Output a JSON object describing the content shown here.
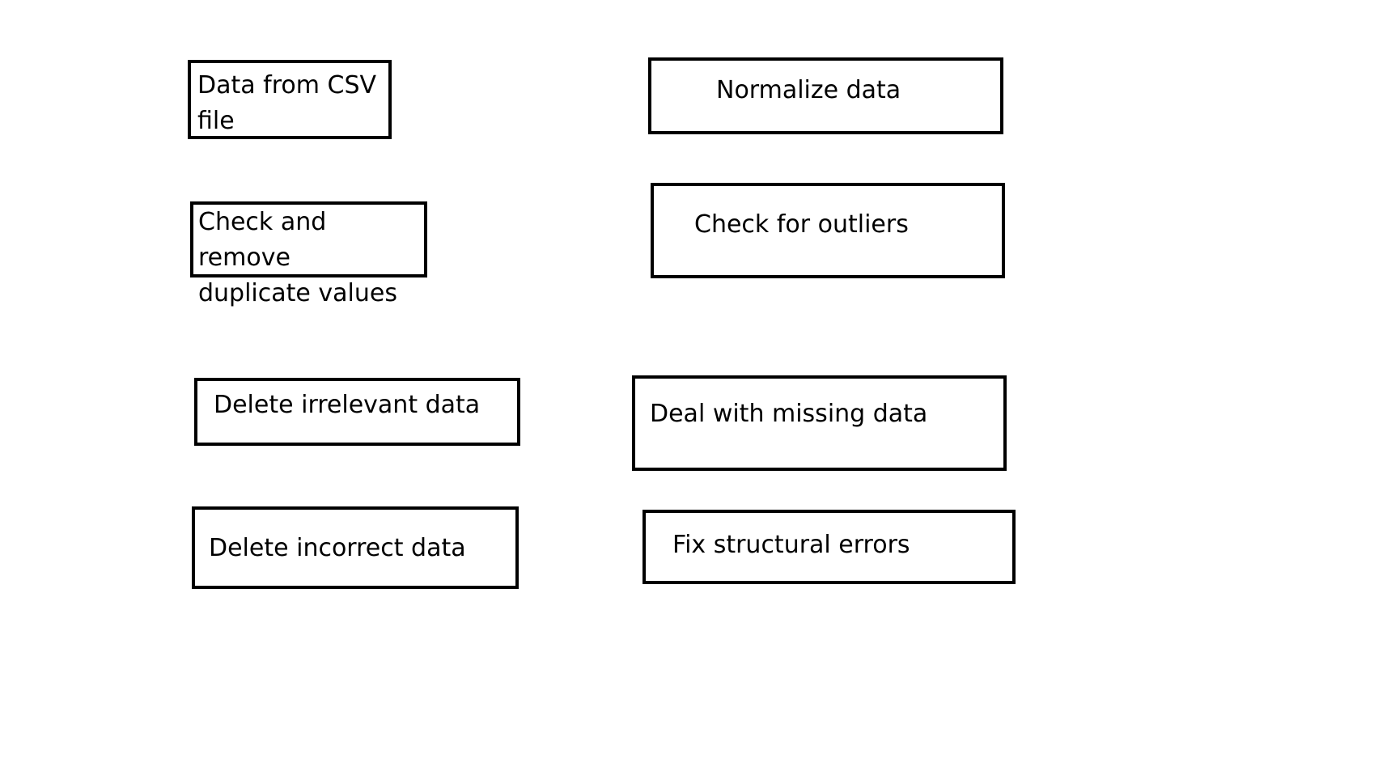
{
  "diagram": {
    "boxes": [
      {
        "id": "data-from-csv",
        "label": "Data from CSV\nfile"
      },
      {
        "id": "check-remove-duplicates",
        "label": "Check and remove\nduplicate values"
      },
      {
        "id": "delete-irrelevant",
        "label": "Delete irrelevant data"
      },
      {
        "id": "delete-incorrect",
        "label": "Delete incorrect data"
      },
      {
        "id": "normalize",
        "label": "Normalize data"
      },
      {
        "id": "check-outliers",
        "label": "Check for outliers"
      },
      {
        "id": "missing-data",
        "label": "Deal with missing data"
      },
      {
        "id": "fix-structural",
        "label": "Fix structural errors"
      }
    ]
  }
}
